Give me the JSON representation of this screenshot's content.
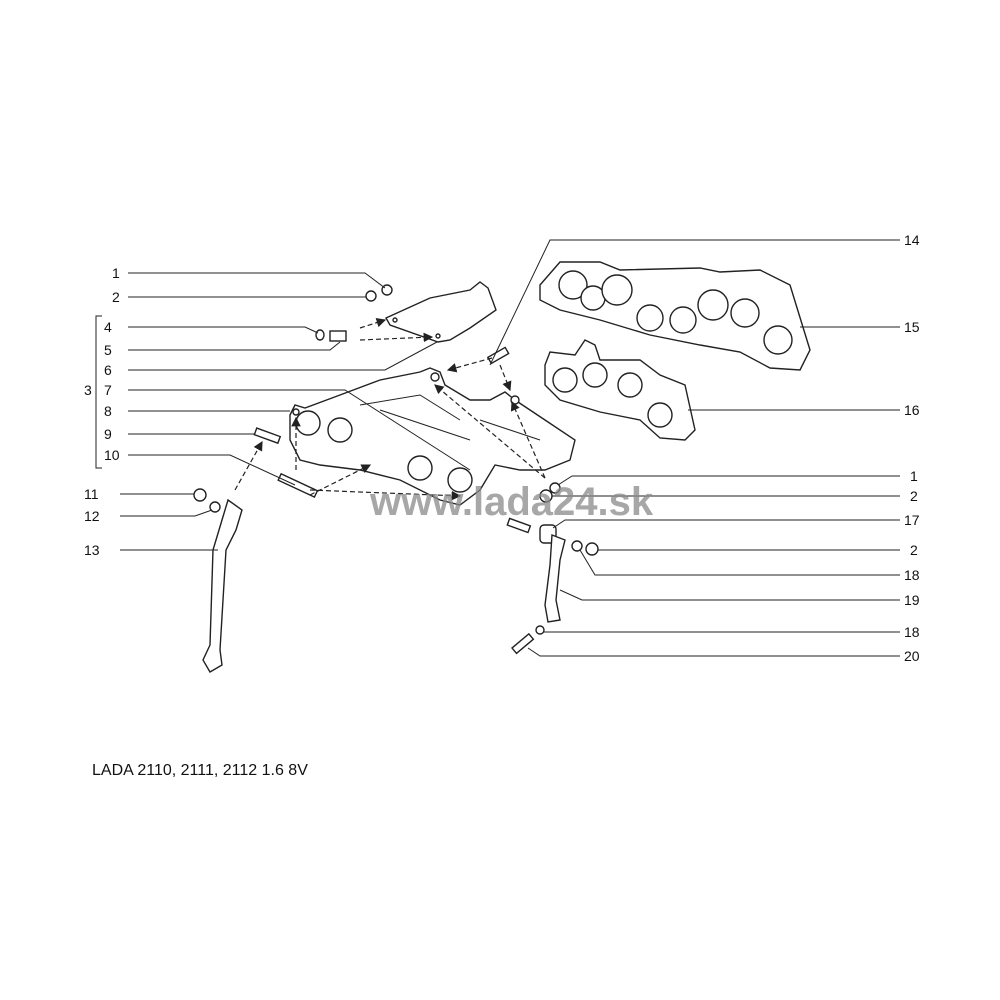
{
  "caption": "LADA 2110, 2111, 2112 1.6 8V",
  "watermark": "www.lada24.sk",
  "callouts_left": [
    "1",
    "2",
    "4",
    "5",
    "6",
    "3",
    "7",
    "8",
    "9",
    "10",
    "11",
    "12",
    "13"
  ],
  "callouts_right": [
    "14",
    "15",
    "16",
    "1",
    "2",
    "17",
    "2",
    "18",
    "19",
    "18",
    "20"
  ]
}
